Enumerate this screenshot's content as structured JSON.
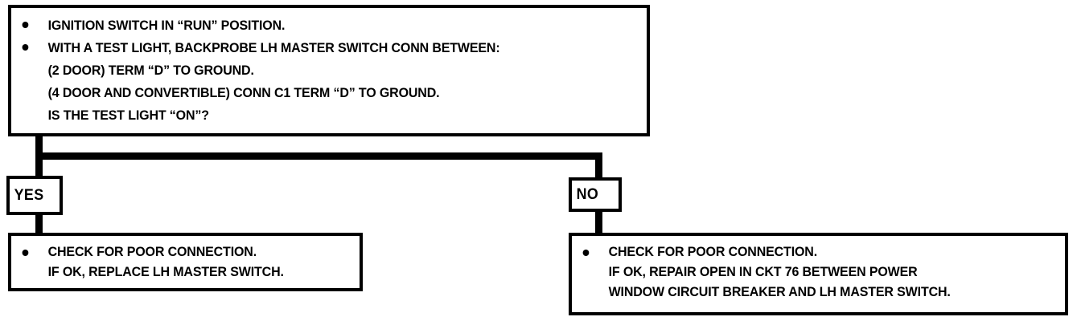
{
  "diagram": {
    "type": "troubleshooting-flowchart",
    "question_box": {
      "lines": [
        {
          "text": "IGNITION SWITCH IN “RUN” POSITION.",
          "bullet": true
        },
        {
          "text": "WITH A TEST LIGHT, BACKPROBE LH MASTER SWITCH CONN BETWEEN:",
          "bullet": true
        },
        {
          "text": "(2 DOOR) TERM “D” TO GROUND.",
          "bullet": false
        },
        {
          "text": "(4 DOOR AND CONVERTIBLE) CONN C1 TERM “D” TO GROUND.",
          "bullet": false
        },
        {
          "text": "IS THE TEST LIGHT “ON”?",
          "bullet": false
        }
      ]
    },
    "branches": {
      "yes": {
        "label": "YES",
        "result_lines": [
          {
            "text": "CHECK FOR POOR CONNECTION.",
            "bullet": true
          },
          {
            "text": "IF OK, REPLACE LH MASTER SWITCH.",
            "bullet": false
          }
        ]
      },
      "no": {
        "label": "NO",
        "result_lines": [
          {
            "text": "CHECK FOR POOR CONNECTION.",
            "bullet": true
          },
          {
            "text": "IF OK, REPAIR OPEN IN CKT 76 BETWEEN POWER",
            "bullet": false
          },
          {
            "text": "WINDOW CIRCUIT BREAKER AND LH MASTER SWITCH.",
            "bullet": false
          }
        ]
      }
    },
    "colors": {
      "ink": "#000000",
      "paper": "#ffffff"
    }
  }
}
